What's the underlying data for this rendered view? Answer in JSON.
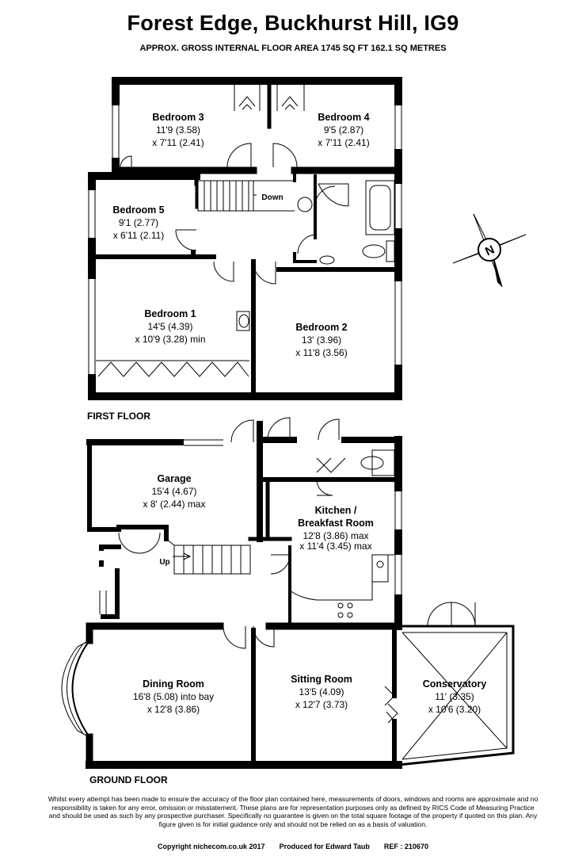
{
  "header": {
    "title": "Forest Edge, Buckhurst Hill, IG9",
    "subtitle": "APPROX. GROSS INTERNAL FLOOR AREA 1745 SQ FT 162.1 SQ METRES"
  },
  "floors": {
    "first": "FIRST FLOOR",
    "ground": "GROUND FLOOR"
  },
  "rooms": {
    "bedroom3": {
      "name": "Bedroom 3",
      "dim1": "11'9 (3.58)",
      "dim2": "x 7'11 (2.41)"
    },
    "bedroom4": {
      "name": "Bedroom 4",
      "dim1": "9'5 (2.87)",
      "dim2": "x 7'11 (2.41)"
    },
    "bedroom5": {
      "name": "Bedroom 5",
      "dim1": "9'1 (2.77)",
      "dim2": "x 6'11 (2.11)"
    },
    "bedroom1": {
      "name": "Bedroom 1",
      "dim1": "14'5 (4.39)",
      "dim2": "x 10'9 (3.28) min"
    },
    "bedroom2": {
      "name": "Bedroom 2",
      "dim1": "13' (3.96)",
      "dim2": "x 11'8 (3.56)"
    },
    "garage": {
      "name": "Garage",
      "dim1": "15'4 (4.67)",
      "dim2": "x 8' (2.44) max"
    },
    "kitchen": {
      "name1": "Kitchen /",
      "name2": "Breakfast Room",
      "dim1": "12'8 (3.86) max",
      "dim2": "x 11'4 (3.45) max"
    },
    "dining": {
      "name": "Dining Room",
      "dim1": "16'8 (5.08) into bay",
      "dim2": "x 12'8 (3.86)"
    },
    "sitting": {
      "name": "Sitting Room",
      "dim1": "13'5 (4.09)",
      "dim2": "x 12'7 (3.73)"
    },
    "conservatory": {
      "name": "Conservatory",
      "dim1": "11' (3.35)",
      "dim2": "x 10'6 (3.20)"
    }
  },
  "stairs": {
    "down": "Down",
    "up": "Up"
  },
  "compass": {
    "label": "N"
  },
  "disclaimer": "Whilst every attempt has been made to ensure the accuracy of the floor plan contained here, measurements of doors, windows and rooms are approximate and no responsibility is taken for any error, omission or misstatement. These plans are for representation purposes only as defined by RICS Code of Measuring Practice and should be used as such by any prospective purchaser. Specifically no guarantee is given on the total square footage of the property if quoted on this plan. Any figure given is for initial guidance only and should not be relied on as a basis of valuation.",
  "footer": {
    "copyright": "Copyright nichecom.co.uk 2017",
    "produced": "Produced for Edward Taub",
    "ref": "REF : 210670"
  }
}
